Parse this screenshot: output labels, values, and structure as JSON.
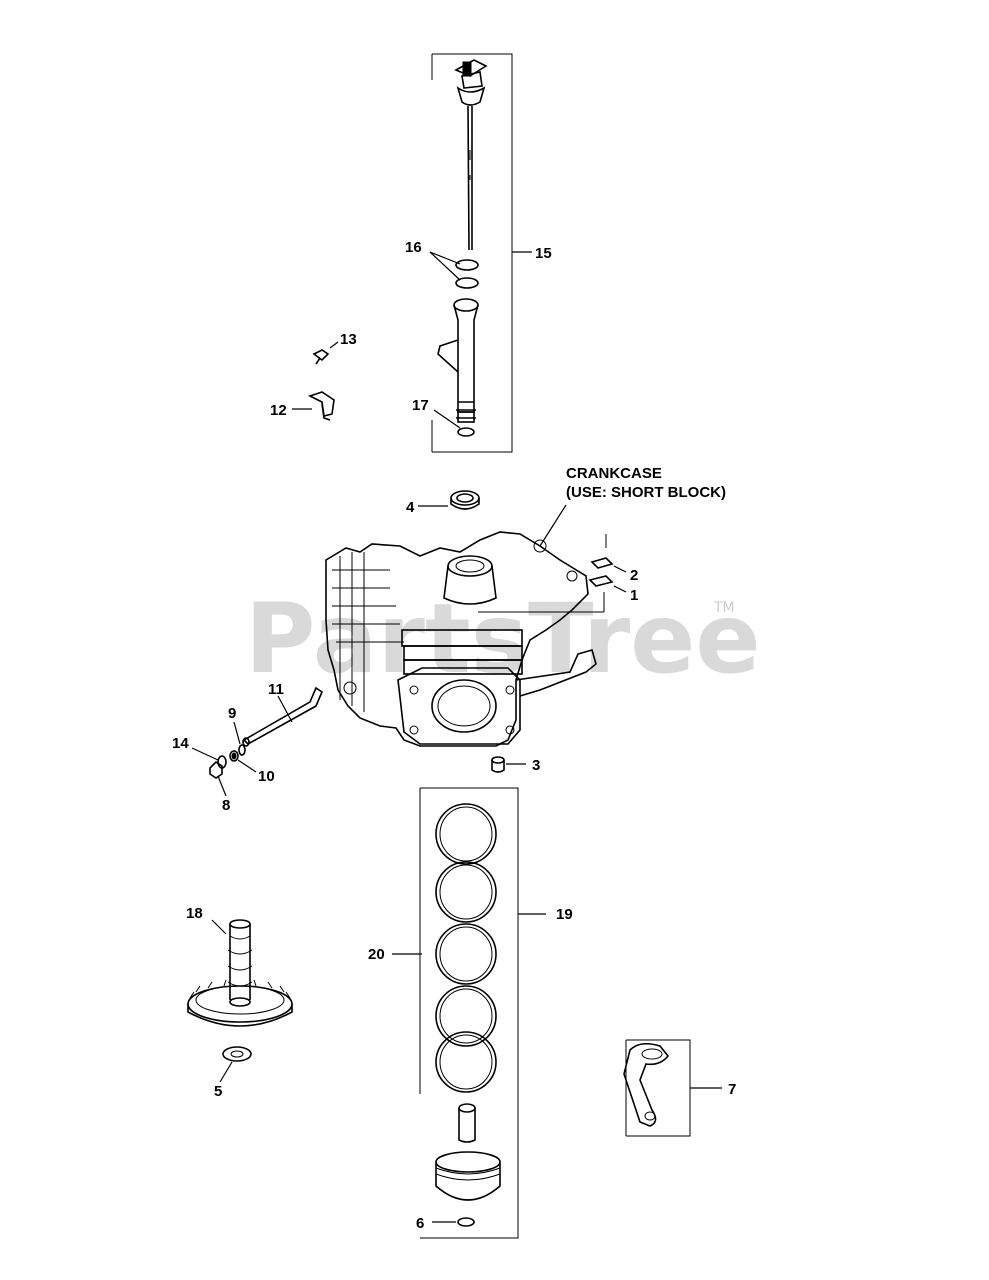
{
  "watermark": {
    "text": "PartsTree",
    "trademark": "TM"
  },
  "crankcase_label": {
    "line1": "CRANKCASE",
    "line2": "(USE: SHORT BLOCK)"
  },
  "callouts": {
    "n1": "1",
    "n2": "2",
    "n3": "3",
    "n4": "4",
    "n5": "5",
    "n6": "6",
    "n7": "7",
    "n8": "8",
    "n9": "9",
    "n10": "10",
    "n11": "11",
    "n12": "12",
    "n13": "13",
    "n14": "14",
    "n15": "15",
    "n16": "16",
    "n17": "17",
    "n18": "18",
    "n19": "19",
    "n20": "20"
  },
  "parts": [
    {
      "ref": "1",
      "name": "pin"
    },
    {
      "ref": "2",
      "name": "pin"
    },
    {
      "ref": "3",
      "name": "plug"
    },
    {
      "ref": "4",
      "name": "oil-seal"
    },
    {
      "ref": "5",
      "name": "washer"
    },
    {
      "ref": "6",
      "name": "retainer-ring"
    },
    {
      "ref": "7",
      "name": "connecting-rod"
    },
    {
      "ref": "8",
      "name": "nut"
    },
    {
      "ref": "9",
      "name": "washer"
    },
    {
      "ref": "10",
      "name": "seal"
    },
    {
      "ref": "11",
      "name": "governor-shaft"
    },
    {
      "ref": "12",
      "name": "bracket"
    },
    {
      "ref": "13",
      "name": "screw"
    },
    {
      "ref": "14",
      "name": "washer"
    },
    {
      "ref": "15",
      "name": "dipstick-tube-kit"
    },
    {
      "ref": "16",
      "name": "o-ring"
    },
    {
      "ref": "17",
      "name": "o-ring"
    },
    {
      "ref": "18",
      "name": "camshaft"
    },
    {
      "ref": "19",
      "name": "piston-kit"
    },
    {
      "ref": "20",
      "name": "ring-set"
    }
  ]
}
